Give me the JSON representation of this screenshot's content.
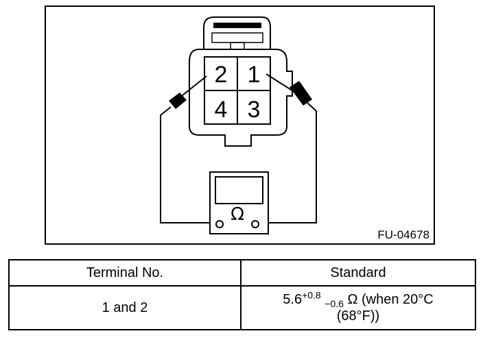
{
  "figure": {
    "code": "FU-04678",
    "terminals": [
      "2",
      "1",
      "4",
      "3"
    ],
    "meter_symbol": "Ω"
  },
  "table": {
    "headers": {
      "terminal": "Terminal No.",
      "standard": "Standard"
    },
    "rows": [
      {
        "terminal": "1 and 2",
        "standard": {
          "base": "5.6",
          "tol_plus": "+0.8",
          "tol_minus": "−0.6",
          "unit_text": "Ω (when 20°C",
          "line2": "(68°F))"
        }
      }
    ]
  }
}
